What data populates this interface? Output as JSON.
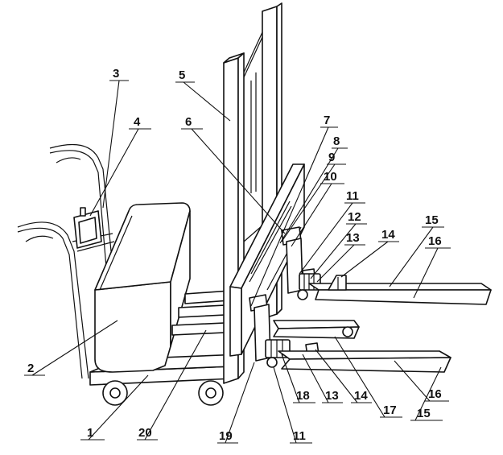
{
  "figure": {
    "labels": [
      {
        "id": "l1",
        "text": "1"
      },
      {
        "id": "l2",
        "text": "2"
      },
      {
        "id": "l3",
        "text": "3"
      },
      {
        "id": "l4",
        "text": "4"
      },
      {
        "id": "l5",
        "text": "5"
      },
      {
        "id": "l6",
        "text": "6"
      },
      {
        "id": "l7",
        "text": "7"
      },
      {
        "id": "l8",
        "text": "8"
      },
      {
        "id": "l9",
        "text": "9"
      },
      {
        "id": "l10",
        "text": "10"
      },
      {
        "id": "l11a",
        "text": "11"
      },
      {
        "id": "l12",
        "text": "12"
      },
      {
        "id": "l13a",
        "text": "13"
      },
      {
        "id": "l14a",
        "text": "14"
      },
      {
        "id": "l15a",
        "text": "15"
      },
      {
        "id": "l16a",
        "text": "16"
      },
      {
        "id": "l16b",
        "text": "16"
      },
      {
        "id": "l15b",
        "text": "15"
      },
      {
        "id": "l17",
        "text": "17"
      },
      {
        "id": "l14b",
        "text": "14"
      },
      {
        "id": "l13b",
        "text": "13"
      },
      {
        "id": "l18",
        "text": "18"
      },
      {
        "id": "l11b",
        "text": "11"
      },
      {
        "id": "l19",
        "text": "19"
      },
      {
        "id": "l20",
        "text": "20"
      }
    ]
  }
}
